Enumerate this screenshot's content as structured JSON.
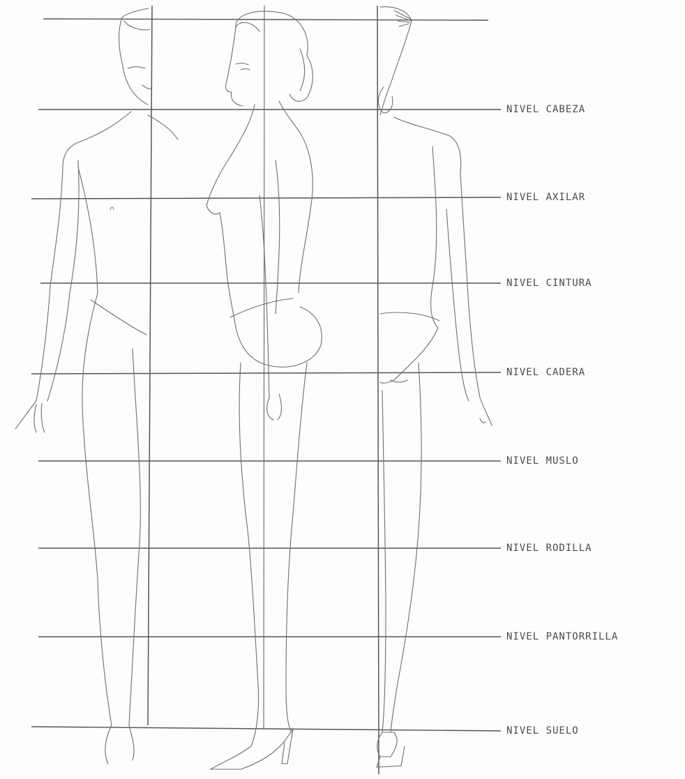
{
  "levels": [
    {
      "label": "NIVEL CABEZA"
    },
    {
      "label": "NIVEL AXILAR"
    },
    {
      "label": "NIVEL CINTURA"
    },
    {
      "label": "NIVEL CADERA"
    },
    {
      "label": "NIVEL MUSLO"
    },
    {
      "label": "NIVEL RODILLA"
    },
    {
      "label": "NIVEL PANTORRILLA"
    },
    {
      "label": "NIVEL SUELO"
    }
  ],
  "figures": [
    {
      "name": "front-view"
    },
    {
      "name": "side-view"
    },
    {
      "name": "back-view"
    }
  ],
  "colors": {
    "line": "#555555",
    "sketch": "#6e6e6e",
    "text": "#4a4a4a"
  }
}
